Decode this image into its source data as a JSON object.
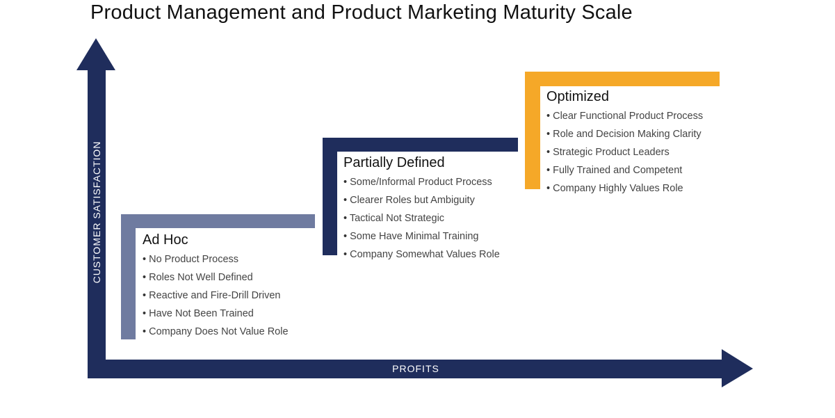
{
  "title": "Product Management and Product Marketing Maturity Scale",
  "axes": {
    "y_label": "CUSTOMER SATISFACTION",
    "x_label": "PROFITS",
    "color": "#1f2d5c"
  },
  "stages": [
    {
      "name": "Ad Hoc",
      "color": "#6f7ba0",
      "items": [
        "No Product Process",
        "Roles Not Well Defined",
        "Reactive and Fire-Drill Driven",
        "Have Not Been Trained",
        "Company Does Not Value Role"
      ]
    },
    {
      "name": "Partially Defined",
      "color": "#1f2d5c",
      "items": [
        "Some/Informal Product Process",
        "Clearer Roles but Ambiguity",
        "Tactical Not Strategic",
        "Some Have Minimal Training",
        "Company Somewhat Values Role"
      ]
    },
    {
      "name": "Optimized",
      "color": "#f5a828",
      "items": [
        "Clear Functional Product Process",
        "Role and Decision Making Clarity",
        "Strategic Product Leaders",
        "Fully Trained and Competent",
        "Company Highly Values Role"
      ]
    }
  ]
}
